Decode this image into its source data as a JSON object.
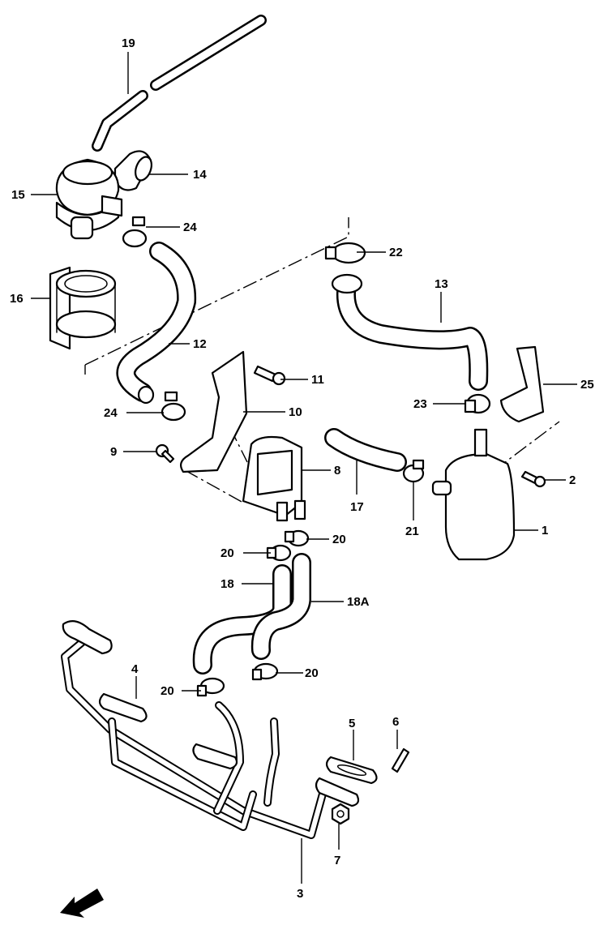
{
  "callouts": [
    {
      "id": "19",
      "text": "19"
    },
    {
      "id": "14",
      "text": "14"
    },
    {
      "id": "15",
      "text": "15"
    },
    {
      "id": "24a",
      "text": "24"
    },
    {
      "id": "22",
      "text": "22"
    },
    {
      "id": "16",
      "text": "16"
    },
    {
      "id": "13",
      "text": "13"
    },
    {
      "id": "12",
      "text": "12"
    },
    {
      "id": "11",
      "text": "11"
    },
    {
      "id": "25",
      "text": "25"
    },
    {
      "id": "23",
      "text": "23"
    },
    {
      "id": "24b",
      "text": "24"
    },
    {
      "id": "10",
      "text": "10"
    },
    {
      "id": "9",
      "text": "9"
    },
    {
      "id": "8",
      "text": "8"
    },
    {
      "id": "2",
      "text": "2"
    },
    {
      "id": "17",
      "text": "17"
    },
    {
      "id": "21",
      "text": "21"
    },
    {
      "id": "1",
      "text": "1"
    },
    {
      "id": "20a",
      "text": "20"
    },
    {
      "id": "20b",
      "text": "20"
    },
    {
      "id": "18",
      "text": "18"
    },
    {
      "id": "18A",
      "text": "18A"
    },
    {
      "id": "4",
      "text": "4"
    },
    {
      "id": "20c",
      "text": "20"
    },
    {
      "id": "20d",
      "text": "20"
    },
    {
      "id": "5",
      "text": "5"
    },
    {
      "id": "6",
      "text": "6"
    },
    {
      "id": "7",
      "text": "7"
    },
    {
      "id": "3",
      "text": "3"
    }
  ]
}
